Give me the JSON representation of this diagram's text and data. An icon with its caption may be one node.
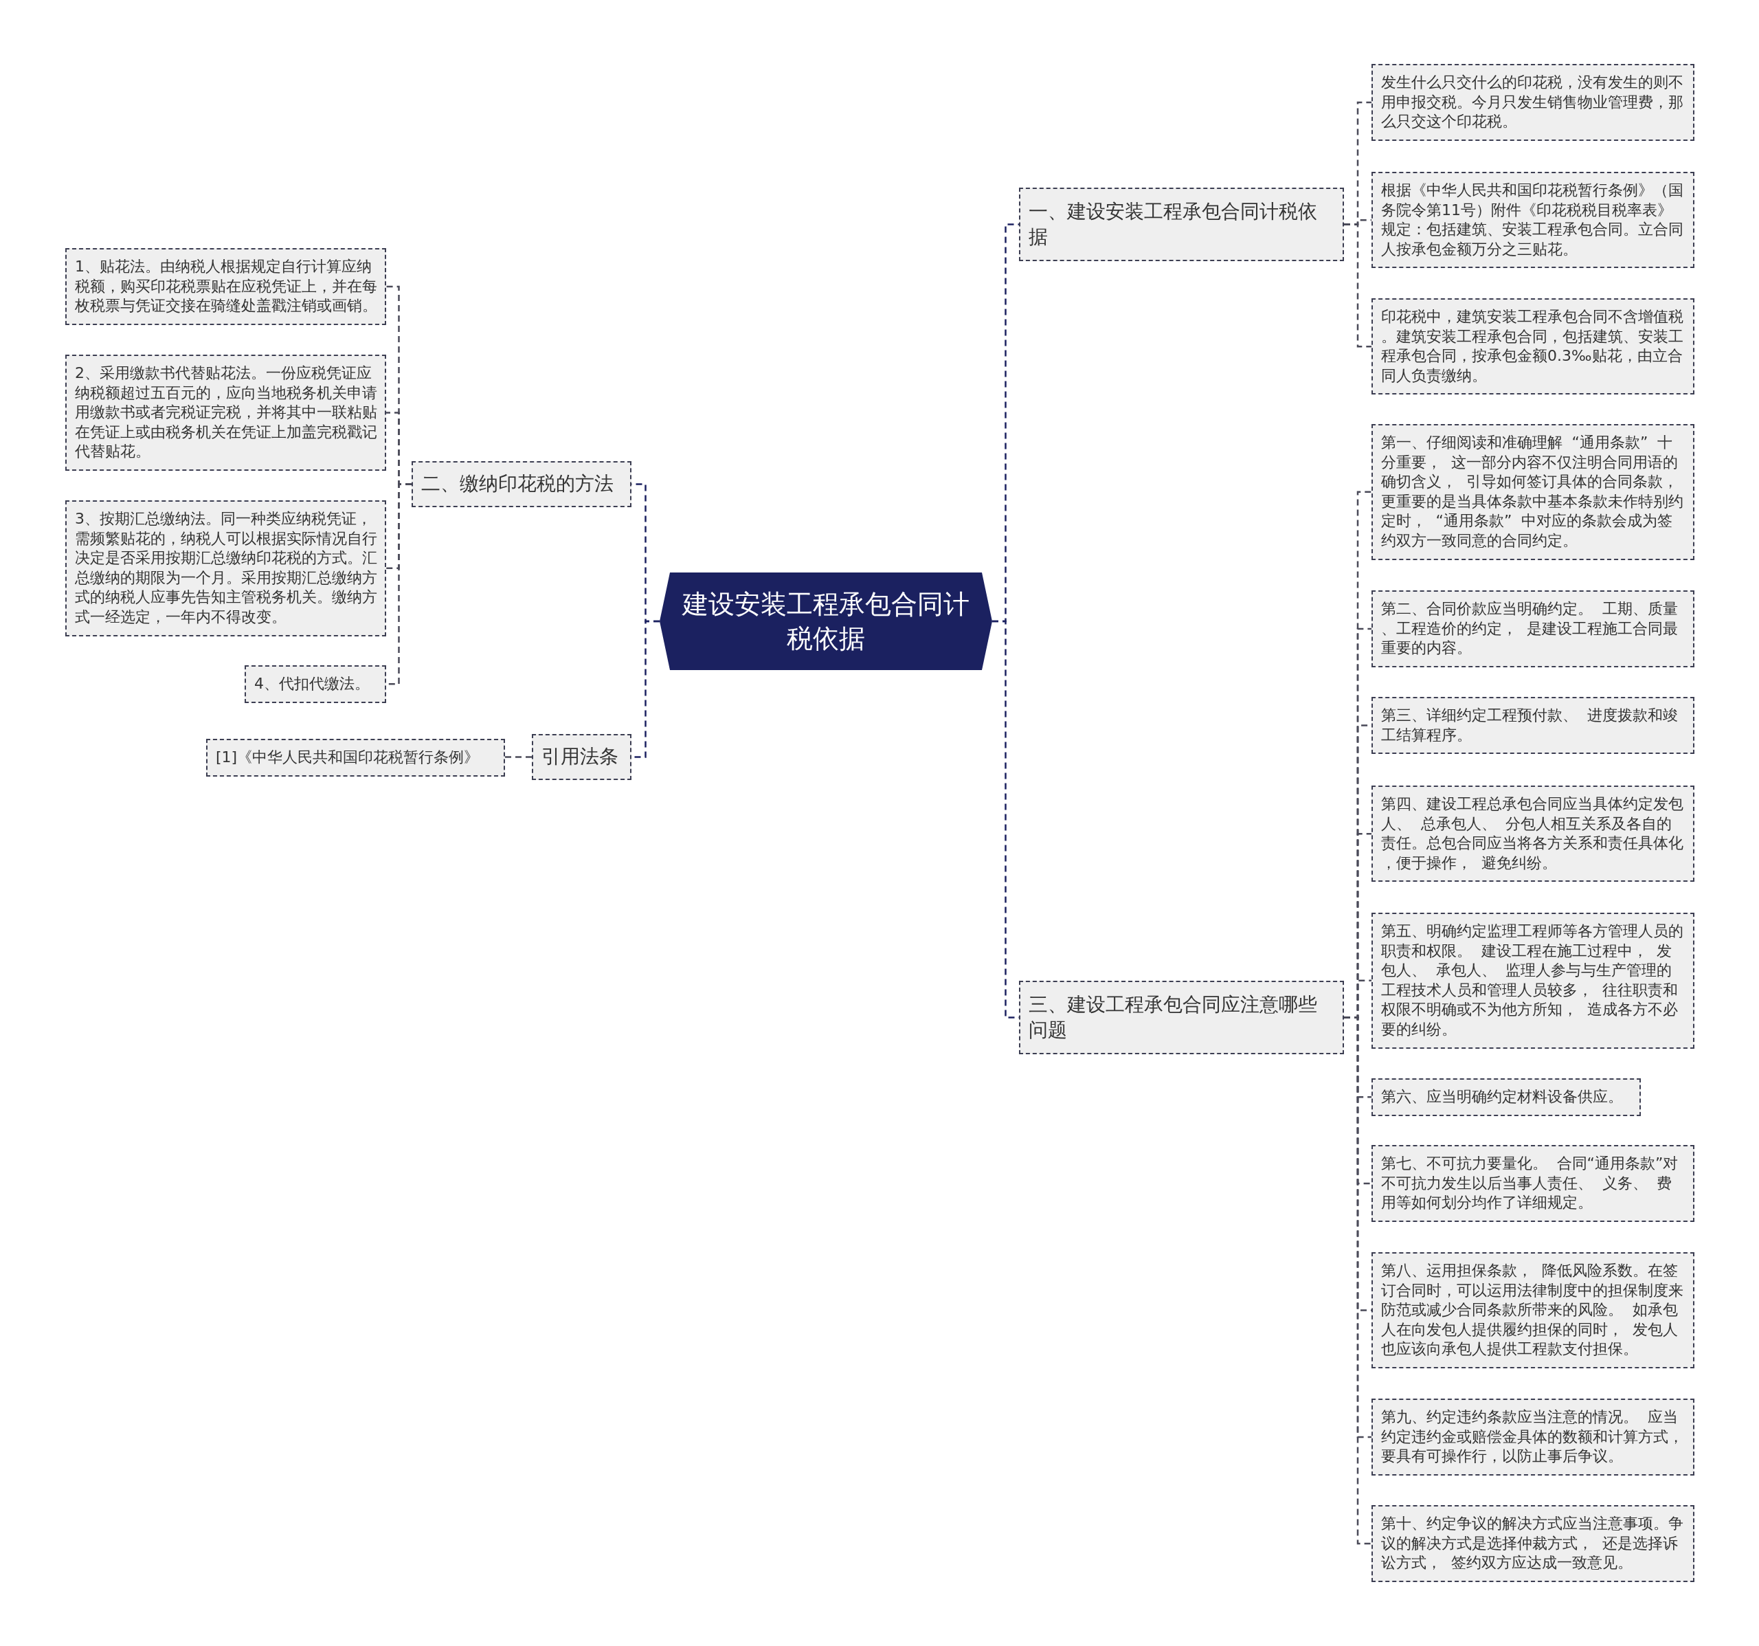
{
  "diagram": {
    "nodes": [
      {
        "text": [
          "建设安装工程承包合同计税依据"
        ]
      },
      {
        "text": [
          "一、建设安装工程承包合同计税依据"
        ]
      },
      {
        "text": [
          "发生什么只交什么的印花税，没有发生的则不用申报交税。今月只发生销售物业管理费，那么只交这个印花税。"
        ]
      },
      {
        "text": [
          "根据《中华人民共和国印花税暂行条例》（国务院令第11号）附件《印花税税目税率表》规定：包括建筑、安装工程承包合同。立合同人按承包金额万分之三贴花。"
        ]
      },
      {
        "text": [
          "印花税中，建筑安装工程承包合同不含增值税。建筑安装工程承包合同，包括建筑、安装工程承包合同，按承包金额0.3‰贴花，由立合同人负责缴纳。"
        ]
      },
      {
        "text": [
          "三、建设工程承包合同应注意哪些问题"
        ]
      },
      {
        "text": [
          "第一、仔细阅读和准确理解 “通用条款” 十分重要， 这一部分内容不仅注明合同用语的确切含义， 引导如何签订具体的合同条款，更重要的是当具体条款中基本条款未作特别约定时， “通用条款” 中对应的条款会成为签约双方一致同意的合同约定。"
        ]
      },
      {
        "text": [
          "第二、合同价款应当明确约定。 工期、质量、工程造价的约定， 是建设工程施工合同最重要的内容。"
        ]
      },
      {
        "text": [
          "第三、详细约定工程预付款、 进度拨款和竣工结算程序。"
        ]
      },
      {
        "text": [
          "第四、建设工程总承包合同应当具体约定发包人、 总承包人、 分包人相互关系及各自的责任。总包合同应当将各方关系和责任具体化，便于操作， 避免纠纷。"
        ]
      },
      {
        "text": [
          "第五、明确约定监理工程师等各方管理人员的职责和权限。 建设工程在施工过程中， 发包人、 承包人、 监理人参与与生产管理的工程技术人员和管理人员较多， 往往职责和权限不明确或不为他方所知， 造成各方不必要的纠纷。"
        ]
      },
      {
        "text": [
          "第六、应当明确约定材料设备供应。"
        ]
      },
      {
        "text": [
          "第七、不可抗力要量化。 合同“通用条款”对不可抗力发生以后当事人责任、 义务、 费用等如何划分均作了详细规定。"
        ]
      },
      {
        "text": [
          "第八、运用担保条款， 降低风险系数。在签订合同时，可以运用法律制度中的担保制度来防范或减少合同条款所带来的风险。 如承包人在向发包人提供履约担保的同时， 发包人也应该向承包人提供工程款支付担保。"
        ]
      },
      {
        "text": [
          "第九、约定违约条款应当注意的情况。 应当约定违约金或赔偿金具体的数额和计算方式，要具有可操作行，以防止事后争议。"
        ]
      },
      {
        "text": [
          "第十、约定争议的解决方式应当注意事项。争议的解决方式是选择仲裁方式， 还是选择诉讼方式， 签约双方应达成一致意见。"
        ]
      },
      {
        "text": [
          "二、缴纳印花税的方法"
        ]
      },
      {
        "text": [
          "1、贴花法。由纳税人根据规定自行计算应纳税额，购买印花税票贴在应税凭证上，并在每枚税票与凭证交接在骑缝处盖戳注销或画销。"
        ]
      },
      {
        "text": [
          "2、采用缴款书代替贴花法。一份应税凭证应纳税额超过五百元的，应向当地税务机关申请用缴款书或者完税证完税，并将其中一联粘贴在凭证上或由税务机关在凭证上加盖完税戳记代替贴花。"
        ]
      },
      {
        "text": [
          "3、按期汇总缴纳法。同一种类应纳税凭证，需频繁贴花的，纳税人可以根据实际情况自行决定是否采用按期汇总缴纳印花税的方式。汇总缴纳的期限为一个月。采用按期汇总缴纳方式的纳税人应事先告知主管税务机关。缴纳方式一经选定，一年内不得改变。"
        ]
      },
      {
        "text": [
          "4、代扣代缴法。"
        ]
      },
      {
        "text": [
          "引用法条"
        ]
      },
      {
        "text": [
          "[1]《中华人民共和国印花税暂行条例》"
        ]
      }
    ],
    "edges": [
      {
        "from": 0,
        "to": 1,
        "arrow": "none",
        "style": "dashed",
        "color": "#1b2160"
      },
      {
        "from": 0,
        "to": 5,
        "arrow": "none",
        "style": "dashed",
        "color": "#1b2160"
      },
      {
        "from": 0,
        "to": 16,
        "arrow": "none",
        "style": "dashed",
        "color": "#1b2160"
      },
      {
        "from": 0,
        "to": 21,
        "arrow": "none",
        "style": "dashed",
        "color": "#1b2160"
      },
      {
        "from": 1,
        "to": 2,
        "arrow": "none",
        "style": "dashed"
      },
      {
        "from": 1,
        "to": 3,
        "arrow": "none",
        "style": "dashed"
      },
      {
        "from": 1,
        "to": 4,
        "arrow": "none",
        "style": "dashed"
      },
      {
        "from": 5,
        "to": 6,
        "arrow": "none",
        "style": "dashed"
      },
      {
        "from": 5,
        "to": 7,
        "arrow": "none",
        "style": "dashed"
      },
      {
        "from": 5,
        "to": 8,
        "arrow": "none",
        "style": "dashed"
      },
      {
        "from": 5,
        "to": 9,
        "arrow": "none",
        "style": "dashed"
      },
      {
        "from": 5,
        "to": 10,
        "arrow": "none",
        "style": "dashed"
      },
      {
        "from": 5,
        "to": 11,
        "arrow": "none",
        "style": "dashed"
      },
      {
        "from": 5,
        "to": 12,
        "arrow": "none",
        "style": "dashed"
      },
      {
        "from": 5,
        "to": 13,
        "arrow": "none",
        "style": "dashed"
      },
      {
        "from": 5,
        "to": 14,
        "arrow": "none",
        "style": "dashed"
      },
      {
        "from": 5,
        "to": 15,
        "arrow": "none",
        "style": "dashed"
      },
      {
        "from": 16,
        "to": 17,
        "arrow": "none",
        "style": "dashed"
      },
      {
        "from": 16,
        "to": 18,
        "arrow": "none",
        "style": "dashed"
      },
      {
        "from": 16,
        "to": 19,
        "arrow": "none",
        "style": "dashed"
      },
      {
        "from": 16,
        "to": 20,
        "arrow": "none",
        "style": "dashed"
      },
      {
        "from": 21,
        "to": 22,
        "arrow": "none",
        "style": "dashed"
      }
    ]
  }
}
